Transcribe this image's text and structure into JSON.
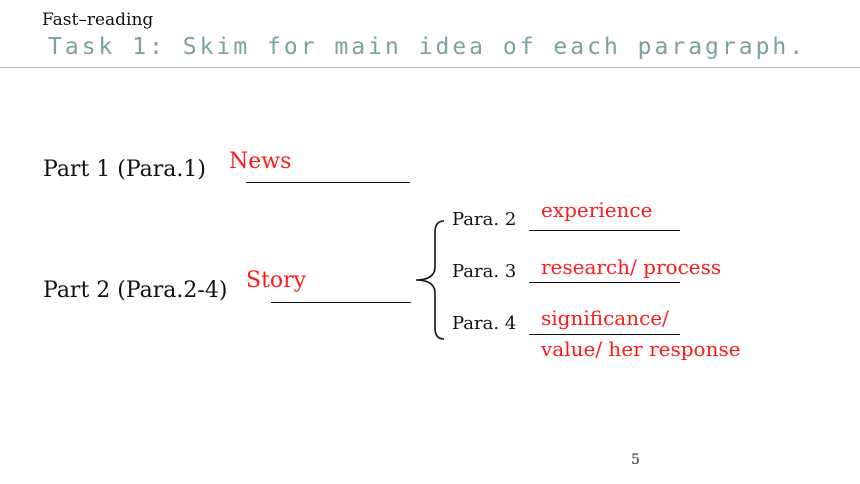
{
  "header": {
    "section_label": "Fast–reading",
    "task_title": "Task 1: Skim for main idea of each paragraph."
  },
  "parts": [
    {
      "label": "Part 1 (Para.1)",
      "answer": "News"
    },
    {
      "label": "Part 2 (Para.2-4)",
      "answer": "Story"
    }
  ],
  "paragraphs": [
    {
      "label": "Para. 2",
      "answer": "experience"
    },
    {
      "label": "Para. 3",
      "answer": "research/ process"
    },
    {
      "label": "Para. 4",
      "answer_line1": "significance/",
      "answer_line2": "value/ her response"
    }
  ],
  "page_number": "5",
  "colors": {
    "answer": "#ff1a1a",
    "task_title": "#7aa2a2",
    "rule": "#a8c4c0"
  }
}
